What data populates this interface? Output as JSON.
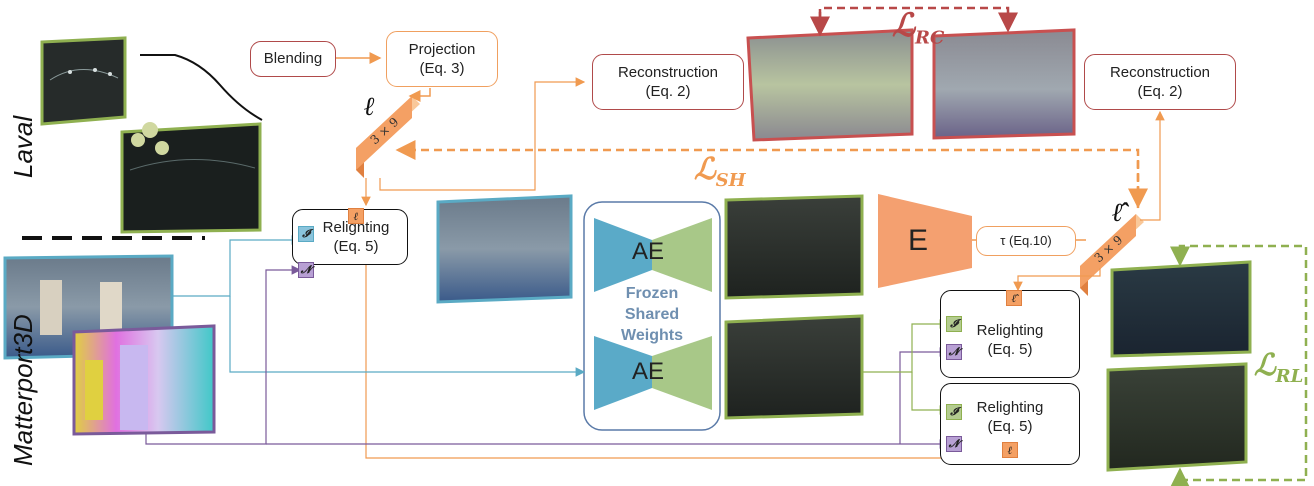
{
  "labels": {
    "laval": "Laval",
    "matterport": "Matterport3D"
  },
  "boxes": {
    "blending": "Blending",
    "projection_title": "Projection",
    "projection_eq": "(Eq. 3)",
    "reconstruction_left_title": "Reconstruction",
    "reconstruction_left_eq": "(Eq. 2)",
    "reconstruction_right_title": "Reconstruction",
    "reconstruction_right_eq": "(Eq. 2)",
    "relighting_left_title": "Relighting",
    "relighting_left_eq": "(Eq. 5)",
    "relighting_top_title": "Relighting",
    "relighting_top_eq": "(Eq. 5)",
    "relighting_bottom_title": "Relighting",
    "relighting_bottom_eq": "(Eq. 5)",
    "tau": "τ (Eq.10)",
    "encoder": "E"
  },
  "network": {
    "ae_top": "AE",
    "ae_bottom": "AE",
    "frozen_line1": "Frozen",
    "frozen_line2": "Shared",
    "frozen_line3": "Weights"
  },
  "symbols": {
    "ell": "ℓ",
    "ell_hat": "ℓ̂",
    "sh_dim": "3 × 9",
    "sh_dim_hat": "3 × 9",
    "cube_I": "𝓘",
    "cube_N": "𝓝",
    "cube_ell": "ℓ",
    "cube_ell_hat": "ℓ̂"
  },
  "losses": {
    "rc": "ℒ",
    "rc_sub": "RC",
    "sh": "ℒ",
    "sh_sub": "SH",
    "rl": "ℒ",
    "rl_sub": "RL"
  },
  "colors": {
    "orange": "#f09a50",
    "red_loss": "#b84848",
    "green_loss": "#8fb050",
    "teal_line": "#5aaac4",
    "purple_line": "#7a5a9a",
    "green_line": "#8fb050",
    "ae_blue": "#5aaac8",
    "ae_green": "#a8c888",
    "frozen_text": "#6f8fb0"
  }
}
